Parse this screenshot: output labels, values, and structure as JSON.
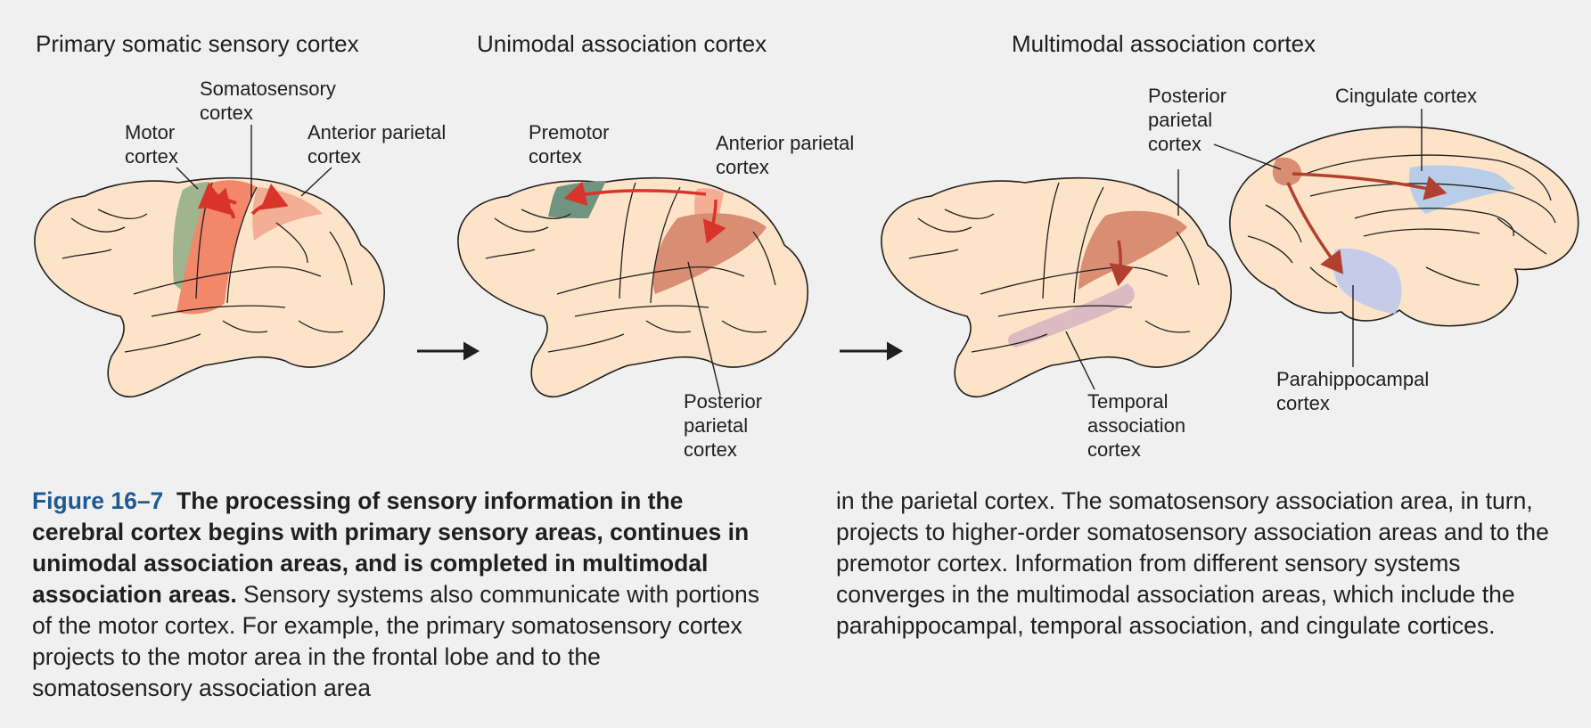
{
  "panels": {
    "primary": {
      "title": "Primary somatic sensory cortex",
      "labels": {
        "somatosensory_1": "Somatosensory",
        "somatosensory_2": "cortex",
        "motor_1": "Motor",
        "motor_2": "cortex",
        "anterior_parietal_1": "Anterior parietal",
        "anterior_parietal_2": "cortex"
      }
    },
    "unimodal": {
      "title": "Unimodal association cortex",
      "labels": {
        "premotor_1": "Premotor",
        "premotor_2": "cortex",
        "anterior_parietal_1": "Anterior parietal",
        "anterior_parietal_2": "cortex",
        "posterior_parietal_1": "Posterior",
        "posterior_parietal_2": "parietal",
        "posterior_parietal_3": "cortex"
      }
    },
    "multimodal": {
      "title": "Multimodal association cortex",
      "labels": {
        "posterior_parietal_1": "Posterior",
        "posterior_parietal_2": "parietal",
        "posterior_parietal_3": "cortex",
        "cingulate": "Cingulate cortex",
        "temporal_1": "Temporal",
        "temporal_2": "association",
        "temporal_3": "cortex",
        "parahippocampal_1": "Parahippocampal",
        "parahippocampal_2": "cortex"
      }
    }
  },
  "colors": {
    "brain": "#fde4c8",
    "motor": "#9fb48f",
    "somatosensory": "#f2876a",
    "anterior_parietal": "#f3ae96",
    "premotor": "#6f9482",
    "posterior_parietal": "#d98d72",
    "temporal": "#d5b3c0",
    "cingulate": "#b8cde8",
    "parahippocampal": "#c5cbe8",
    "arrow": "#d9342a",
    "figure_number": "#1c5a94"
  },
  "caption": {
    "figure_number": "Figure 16–7",
    "title": "The processing of sensory information in the cerebral cortex begins with primary sensory areas, continues in unimodal association areas, and is completed in multimodal association areas.",
    "body_left": "Sensory systems also communicate with portions of the motor cortex. For example, the primary somatosensory cortex projects to the motor area in the frontal lobe and to the somatosensory association area",
    "body_right": "in the parietal cortex. The somatosensory association area, in turn, projects to higher-order somatosensory association areas and to the premotor cortex. Information from different sensory systems converges in the multimodal association areas, which include the parahippocampal, temporal association, and cingulate cortices."
  }
}
